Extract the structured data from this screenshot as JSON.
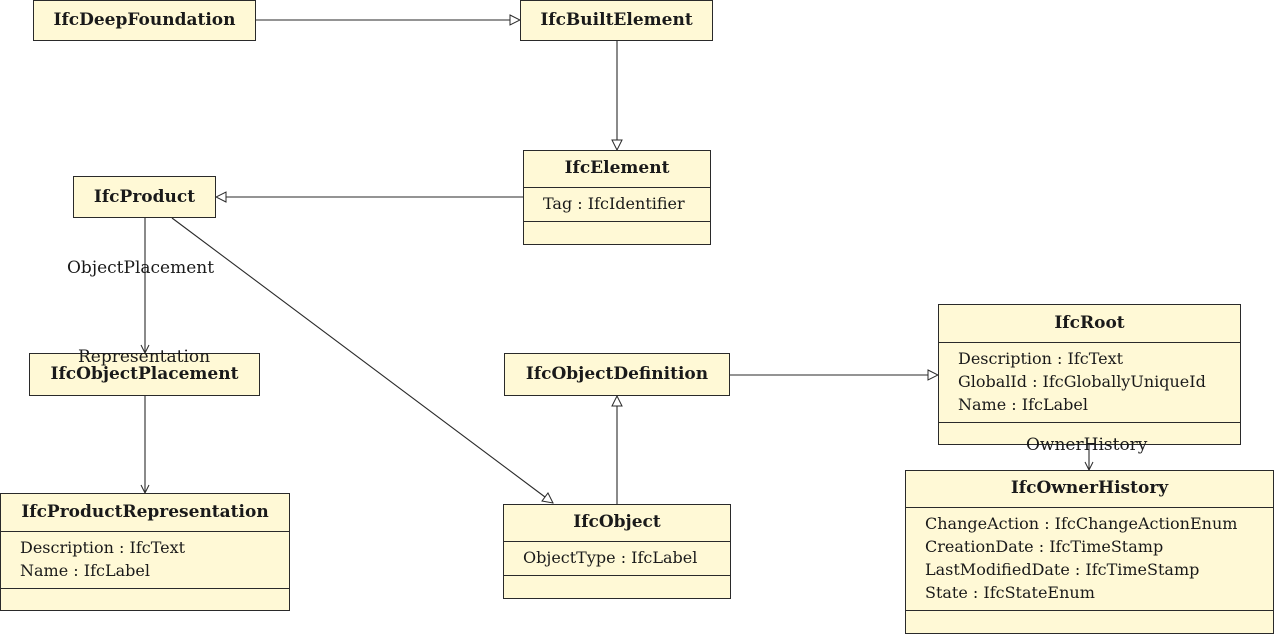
{
  "classes": {
    "deep_foundation": {
      "name": "IfcDeepFoundation"
    },
    "built_element": {
      "name": "IfcBuiltElement"
    },
    "element": {
      "name": "IfcElement",
      "attributes": [
        "Tag : IfcIdentifier"
      ]
    },
    "product": {
      "name": "IfcProduct"
    },
    "object_placement": {
      "name": "IfcObjectPlacement"
    },
    "object_definition": {
      "name": "IfcObjectDefinition"
    },
    "root": {
      "name": "IfcRoot",
      "attributes": [
        "Description : IfcText",
        "GlobalId : IfcGloballyUniqueId",
        "Name : IfcLabel"
      ]
    },
    "product_representation": {
      "name": "IfcProductRepresentation",
      "attributes": [
        "Description : IfcText",
        "Name : IfcLabel"
      ]
    },
    "object": {
      "name": "IfcObject",
      "attributes": [
        "ObjectType : IfcLabel"
      ]
    },
    "owner_history": {
      "name": "IfcOwnerHistory",
      "attributes": [
        "ChangeAction : IfcChangeActionEnum",
        "CreationDate : IfcTimeStamp",
        "LastModifiedDate : IfcTimeStamp",
        "State : IfcStateEnum"
      ]
    }
  },
  "edge_labels": {
    "object_placement": "ObjectPlacement",
    "representation": "Representation",
    "owner_history": "OwnerHistory"
  },
  "colors": {
    "class_fill": "#fff9d6",
    "line": "#2a2a2a"
  }
}
